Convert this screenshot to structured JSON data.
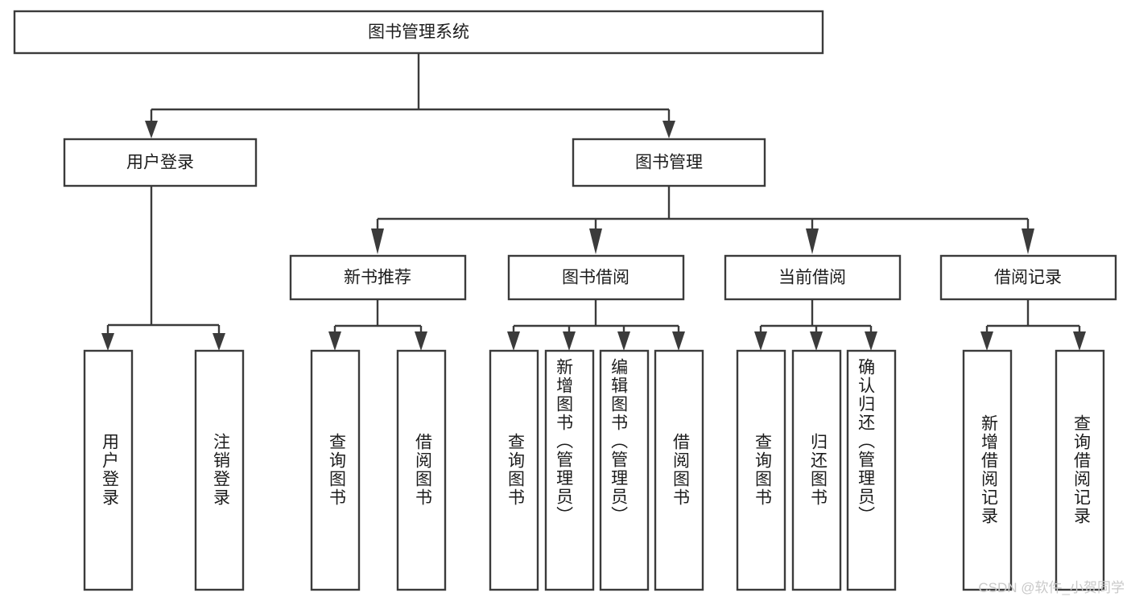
{
  "diagram": {
    "title": "图书管理系统",
    "type": "tree",
    "watermark": "CSDN @软件_小贺同学",
    "colors": {
      "stroke": "#3b3b3b",
      "box_fill": "#ffffff",
      "text": "#1c1c1c",
      "background": "#ffffff",
      "watermark": "#c9c9c9"
    },
    "nodes": {
      "root": {
        "label": "图书管理系统",
        "level": 1,
        "orientation": "horizontal"
      },
      "user_login": {
        "label": "用户登录",
        "level": 2,
        "orientation": "horizontal"
      },
      "book_manage": {
        "label": "图书管理",
        "level": 2,
        "orientation": "horizontal"
      },
      "new_book_rec": {
        "label": "新书推荐",
        "level": 3,
        "orientation": "horizontal"
      },
      "book_borrow": {
        "label": "图书借阅",
        "level": 3,
        "orientation": "horizontal"
      },
      "current_borrow": {
        "label": "当前借阅",
        "level": 3,
        "orientation": "horizontal"
      },
      "borrow_record": {
        "label": "借阅记录",
        "level": 3,
        "orientation": "horizontal"
      },
      "leaf_user_login": {
        "label": "用户登录",
        "level": 4,
        "orientation": "vertical"
      },
      "leaf_user_logout": {
        "label": "注销登录",
        "level": 4,
        "orientation": "vertical"
      },
      "leaf_rec_query": {
        "label": "查询图书",
        "level": 4,
        "orientation": "vertical"
      },
      "leaf_rec_borrow": {
        "label": "借阅图书",
        "level": 4,
        "orientation": "vertical"
      },
      "leaf_borrow_query": {
        "label": "查询图书",
        "level": 4,
        "orientation": "vertical"
      },
      "leaf_borrow_add": {
        "label": "新增图书（管理员）",
        "level": 4,
        "orientation": "vertical"
      },
      "leaf_borrow_edit": {
        "label": "编辑图书（管理员）",
        "level": 4,
        "orientation": "vertical"
      },
      "leaf_borrow_lend": {
        "label": "借阅图书",
        "level": 4,
        "orientation": "vertical"
      },
      "leaf_cur_query": {
        "label": "查询图书",
        "level": 4,
        "orientation": "vertical"
      },
      "leaf_cur_return": {
        "label": "归还图书",
        "level": 4,
        "orientation": "vertical"
      },
      "leaf_cur_confirm": {
        "label": "确认归还（管理员）",
        "level": 4,
        "orientation": "vertical"
      },
      "leaf_rec_add": {
        "label": "新增借阅记录",
        "level": 4,
        "orientation": "vertical"
      },
      "leaf_rec_search": {
        "label": "查询借阅记录",
        "level": 4,
        "orientation": "vertical"
      }
    },
    "edges": [
      {
        "from": "root",
        "to": "user_login"
      },
      {
        "from": "root",
        "to": "book_manage"
      },
      {
        "from": "user_login",
        "to": "leaf_user_login"
      },
      {
        "from": "user_login",
        "to": "leaf_user_logout"
      },
      {
        "from": "book_manage",
        "to": "new_book_rec"
      },
      {
        "from": "book_manage",
        "to": "book_borrow"
      },
      {
        "from": "book_manage",
        "to": "current_borrow"
      },
      {
        "from": "book_manage",
        "to": "borrow_record"
      },
      {
        "from": "new_book_rec",
        "to": "leaf_rec_query"
      },
      {
        "from": "new_book_rec",
        "to": "leaf_rec_borrow"
      },
      {
        "from": "book_borrow",
        "to": "leaf_borrow_query"
      },
      {
        "from": "book_borrow",
        "to": "leaf_borrow_add"
      },
      {
        "from": "book_borrow",
        "to": "leaf_borrow_edit"
      },
      {
        "from": "book_borrow",
        "to": "leaf_borrow_lend"
      },
      {
        "from": "current_borrow",
        "to": "leaf_cur_query"
      },
      {
        "from": "current_borrow",
        "to": "leaf_cur_return"
      },
      {
        "from": "current_borrow",
        "to": "leaf_cur_confirm"
      },
      {
        "from": "borrow_record",
        "to": "leaf_rec_add"
      },
      {
        "from": "borrow_record",
        "to": "leaf_rec_search"
      }
    ]
  }
}
